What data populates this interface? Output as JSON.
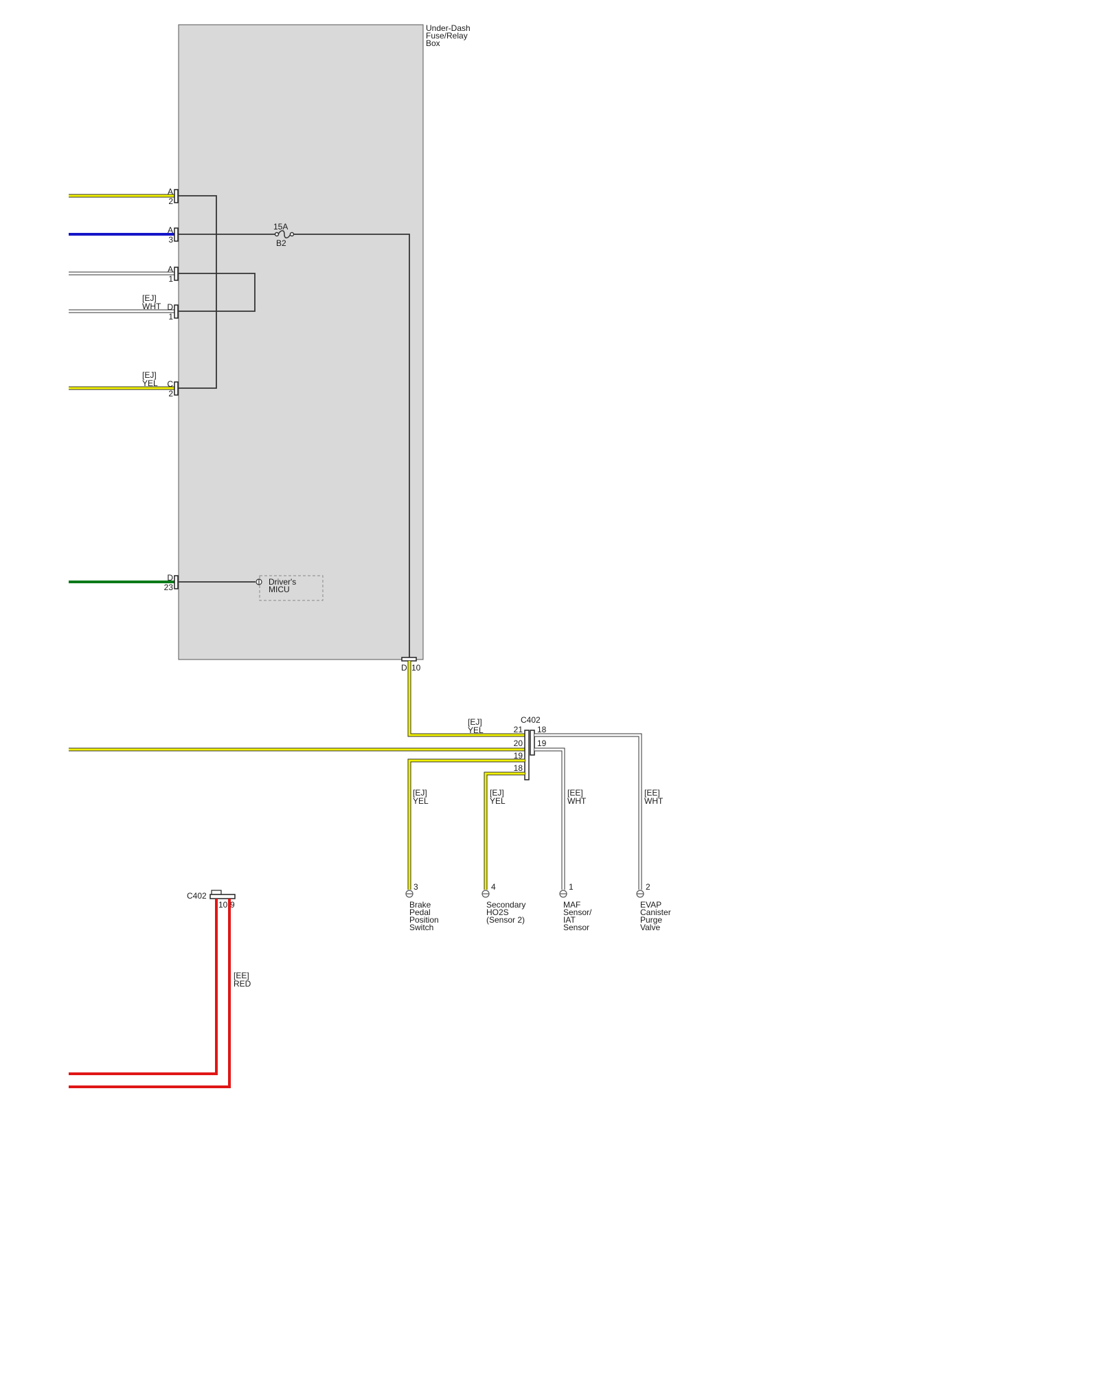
{
  "colors": {
    "yellow": "#f2f200",
    "blue": "#1515c8",
    "white_wire": "#ffffff",
    "green": "#0a7a1a",
    "red": "#e01616",
    "black": "#333333",
    "box_fill": "#d9d9d9"
  },
  "fuse_box": {
    "title_lines": [
      "Under-Dash",
      "Fuse/Relay",
      "Box"
    ],
    "fuse_rating": "15A",
    "fuse_id": "B2",
    "bottom_connector": {
      "letter": "D",
      "pin": "10"
    },
    "connectors": [
      {
        "id": "a2",
        "letter": "A",
        "pin": "2",
        "code": "",
        "color_label": ""
      },
      {
        "id": "a3",
        "letter": "A",
        "pin": "3",
        "code": "",
        "color_label": ""
      },
      {
        "id": "a1",
        "letter": "A",
        "pin": "1",
        "code": "",
        "color_label": ""
      },
      {
        "id": "d1",
        "letter": "D",
        "pin": "1",
        "code": "[EJ]",
        "color_label": "WHT"
      },
      {
        "id": "c2",
        "letter": "C",
        "pin": "2",
        "code": "[EJ]",
        "color_label": "YEL"
      },
      {
        "id": "d23",
        "letter": "D",
        "pin": "23",
        "code": "",
        "color_label": ""
      }
    ],
    "micu_lines": [
      "Driver's",
      "MICU"
    ]
  },
  "c402_upper": {
    "name": "C402",
    "in_code": "[EJ]",
    "in_color": "YEL",
    "left_pins": [
      "21",
      "20",
      "19",
      "18"
    ],
    "right_pins": [
      "18",
      "19"
    ]
  },
  "branches": [
    {
      "id": "brake",
      "code": "[EJ]",
      "color_label": "YEL",
      "pin": "3",
      "label_lines": [
        "Brake",
        "Pedal",
        "Position",
        "Switch"
      ]
    },
    {
      "id": "ho2s",
      "code": "[EJ]",
      "color_label": "YEL",
      "pin": "4",
      "label_lines": [
        "Secondary",
        "HO2S",
        "(Sensor 2)"
      ]
    },
    {
      "id": "maf",
      "code": "[EE]",
      "color_label": "WHT",
      "pin": "1",
      "label_lines": [
        "MAF",
        "Sensor/",
        "IAT",
        "Sensor"
      ]
    },
    {
      "id": "evap",
      "code": "[EE]",
      "color_label": "WHT",
      "pin": "2",
      "label_lines": [
        "EVAP",
        "Canister",
        "Purge",
        "Valve"
      ]
    }
  ],
  "c402_lower": {
    "name": "C402",
    "pins": [
      "10",
      "9"
    ],
    "code": "[EE]",
    "color_label": "RED"
  }
}
